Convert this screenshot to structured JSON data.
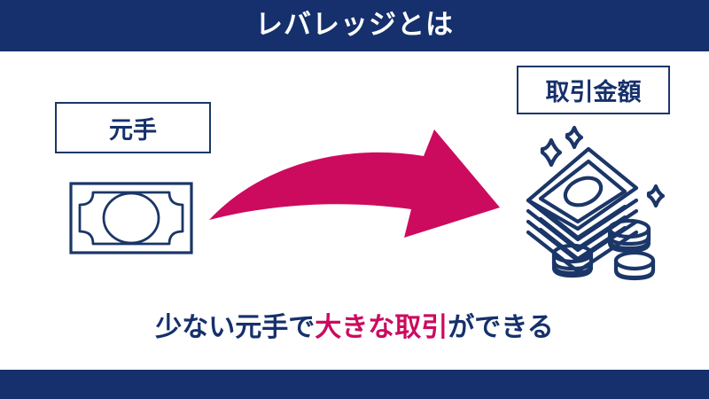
{
  "header": {
    "title": "レバレッジとは",
    "background_color": "#15306c",
    "text_color": "#ffffff"
  },
  "footer": {
    "background_color": "#15306c"
  },
  "diagram": {
    "source": {
      "label": "元手",
      "icon": "banknote-icon",
      "border_color": "#1b3668",
      "text_color": "#16306b"
    },
    "target": {
      "label": "取引金額",
      "icon": "money-stack-icon",
      "border_color": "#1b3668",
      "text_color": "#16306b"
    },
    "arrow": {
      "icon": "curved-arrow-right-icon",
      "color": "#cc0b5e",
      "direction": "left-to-right"
    },
    "decorations": {
      "sparkle_icon": "sparkle-icon",
      "sparkle_count": 3,
      "coin_stack_icon": "coin-stack-icon",
      "coin_stack_count": 3
    }
  },
  "caption": {
    "segment_1": "少ない元手で",
    "segment_2": "大きな取引",
    "segment_3": "ができる",
    "navy_color": "#16306b",
    "accent_color": "#cc0b5e"
  }
}
